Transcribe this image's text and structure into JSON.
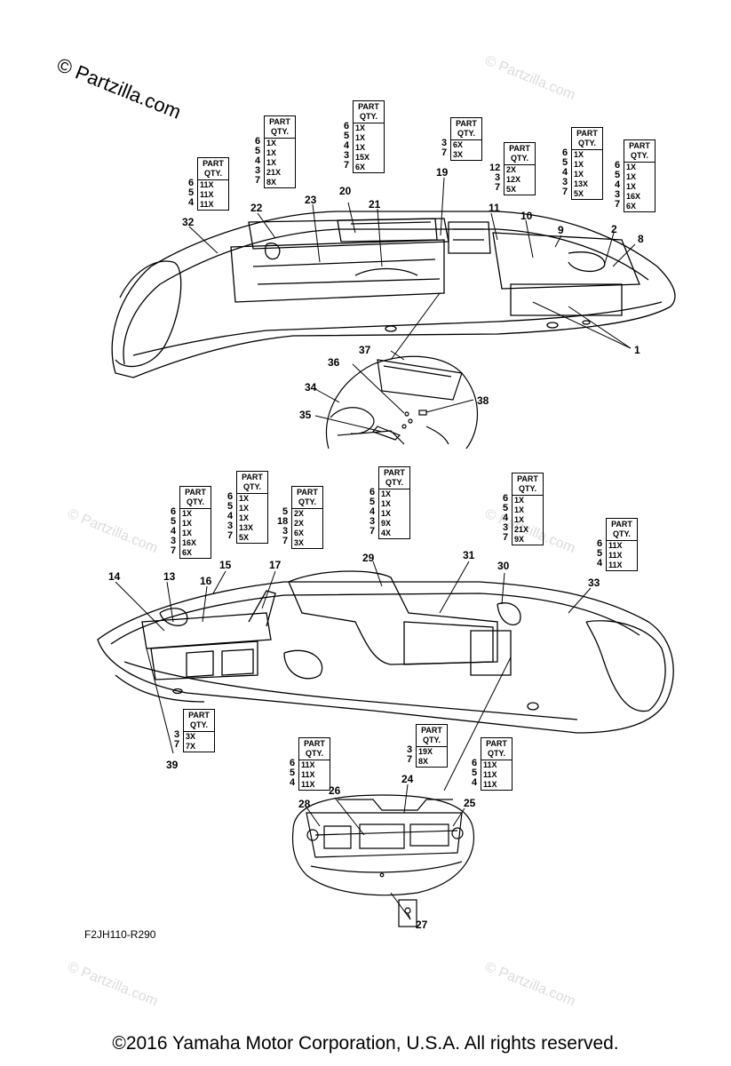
{
  "brand": "© Partzilla.com",
  "watermark_text": "© Partzilla.com",
  "figure_code": "F2JH110-R290",
  "copyright": "©2016  Yamaha Motor Corporation, U.S.A. All rights reserved.",
  "qty_header": [
    "PART",
    "QTY."
  ],
  "callouts": [
    "1",
    "2",
    "3",
    "4",
    "5",
    "6",
    "7",
    "8",
    "9",
    "10",
    "11",
    "12",
    "13",
    "14",
    "15",
    "16",
    "17",
    "18",
    "19",
    "20",
    "21",
    "22",
    "23",
    "24",
    "25",
    "26",
    "27",
    "28",
    "29",
    "30",
    "31",
    "32",
    "33",
    "34",
    "35",
    "36",
    "37",
    "38",
    "39"
  ],
  "qty_boxes": [
    {
      "id": "box-32",
      "parts": [
        "6",
        "5",
        "4"
      ],
      "qtys": [
        "11X",
        "11X",
        "11X"
      ]
    },
    {
      "id": "box-22",
      "parts": [
        "6",
        "5",
        "4",
        "3",
        "7"
      ],
      "qtys": [
        "1X",
        "1X",
        "1X",
        "21X",
        "8X"
      ]
    },
    {
      "id": "box-20",
      "parts": [
        "6",
        "5",
        "4",
        "3",
        "7"
      ],
      "qtys": [
        "1X",
        "1X",
        "1X",
        "15X",
        "6X"
      ]
    },
    {
      "id": "box-19",
      "parts": [
        "3",
        "7"
      ],
      "qtys": [
        "6X",
        "3X"
      ]
    },
    {
      "id": "box-11",
      "parts": [
        "12",
        "3",
        "7"
      ],
      "qtys": [
        "2X",
        "12X",
        "5X"
      ]
    },
    {
      "id": "box-9",
      "parts": [
        "6",
        "5",
        "4",
        "3",
        "7"
      ],
      "qtys": [
        "1X",
        "1X",
        "1X",
        "13X",
        "5X"
      ]
    },
    {
      "id": "box-2",
      "parts": [
        "6",
        "5",
        "4",
        "3",
        "7"
      ],
      "qtys": [
        "1X",
        "1X",
        "1X",
        "16X",
        "6X"
      ]
    },
    {
      "id": "box-13",
      "parts": [
        "6",
        "5",
        "4",
        "3",
        "7"
      ],
      "qtys": [
        "1X",
        "1X",
        "1X",
        "16X",
        "6X"
      ]
    },
    {
      "id": "box-15",
      "parts": [
        "6",
        "5",
        "4",
        "3",
        "7"
      ],
      "qtys": [
        "1X",
        "1X",
        "1X",
        "13X",
        "5X"
      ]
    },
    {
      "id": "box-17",
      "parts": [
        "5",
        "18",
        "3",
        "7"
      ],
      "qtys": [
        "2X",
        "2X",
        "6X",
        "3X"
      ]
    },
    {
      "id": "box-29",
      "parts": [
        "6",
        "5",
        "4",
        "3",
        "7"
      ],
      "qtys": [
        "1X",
        "1X",
        "1X",
        "9X",
        "4X"
      ]
    },
    {
      "id": "box-30",
      "parts": [
        "6",
        "5",
        "4",
        "3",
        "7"
      ],
      "qtys": [
        "1X",
        "1X",
        "1X",
        "21X",
        "9X"
      ]
    },
    {
      "id": "box-33",
      "parts": [
        "6",
        "5",
        "4"
      ],
      "qtys": [
        "11X",
        "11X",
        "11X"
      ]
    },
    {
      "id": "box-39",
      "parts": [
        "3",
        "7"
      ],
      "qtys": [
        "3X",
        "7X"
      ]
    },
    {
      "id": "box-28",
      "parts": [
        "6",
        "5",
        "4"
      ],
      "qtys": [
        "11X",
        "11X",
        "11X"
      ]
    },
    {
      "id": "box-24",
      "parts": [
        "3",
        "7"
      ],
      "qtys": [
        "19X",
        "8X"
      ]
    },
    {
      "id": "box-25",
      "parts": [
        "6",
        "5",
        "4"
      ],
      "qtys": [
        "11X",
        "11X",
        "11X"
      ]
    }
  ]
}
